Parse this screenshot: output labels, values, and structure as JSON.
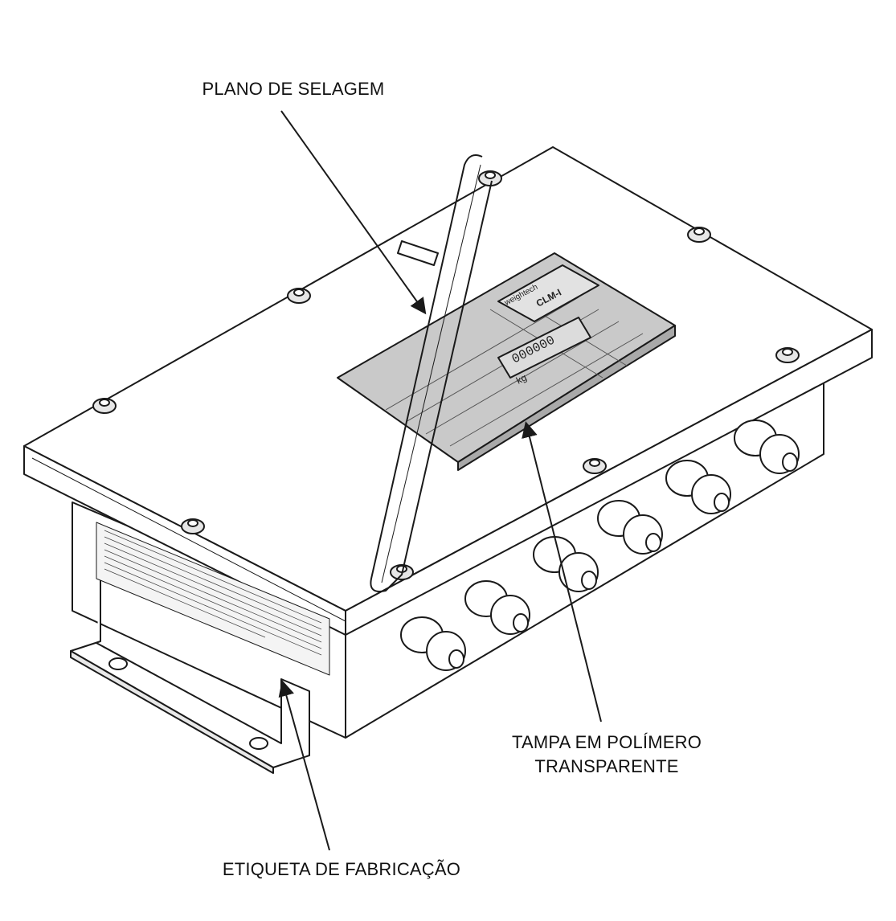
{
  "callouts": {
    "plano": "PLANO DE SELAGEM",
    "tampa_line1": "TAMPA EM POLÍMERO",
    "tampa_line2": "TRANSPARENTE",
    "etiqueta": "ETIQUETA DE FABRICAÇÃO"
  },
  "display": {
    "digits": "000000",
    "unit": "kg"
  },
  "brand": {
    "name": "weightech",
    "model": "CLM-I"
  },
  "colors": {
    "line": "#1a1a1a",
    "panel": "#c8c8c8",
    "panel_dark": "#a9a9a9",
    "body_face": "#ffffff"
  }
}
